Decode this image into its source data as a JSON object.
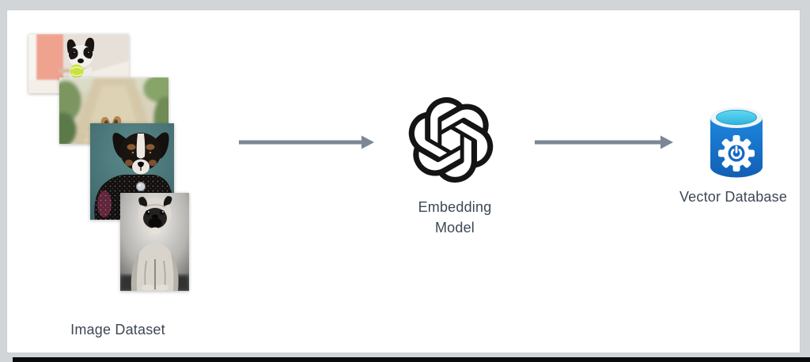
{
  "diagram": {
    "nodes": [
      {
        "id": "image-dataset",
        "label": "Image Dataset",
        "icon": "dog-photo-stack",
        "photos": [
          "boston-terrier-with-tennis-ball",
          "french-bulldog-on-boardwalk",
          "puppy-portrait-teal-background",
          "black-and-white-pug"
        ]
      },
      {
        "id": "embedding-model",
        "label": "Embedding\nModel",
        "icon": "openai-logo"
      },
      {
        "id": "vector-database",
        "label": "Vector Database",
        "icon": "azure-database-gear"
      }
    ],
    "edges": [
      {
        "from": "image-dataset",
        "to": "embedding-model",
        "style": "arrow-right"
      },
      {
        "from": "embedding-model",
        "to": "vector-database",
        "style": "arrow-right"
      }
    ]
  },
  "colors": {
    "frame_bg": "#d2d5d8",
    "slide_bg": "#ffffff",
    "slide_border": "#c9d0d8",
    "bottom_bar": "#0a0a0b",
    "arrow": "#7b8794",
    "label_text": "#3d4753",
    "logo_black": "#141414",
    "db_blue_top": "#1e86de",
    "db_blue_bottom": "#115fb4",
    "db_rim": "#eef4f8",
    "db_cyan_light": "#62d9f2",
    "db_cyan_dark": "#2fb3dc"
  }
}
